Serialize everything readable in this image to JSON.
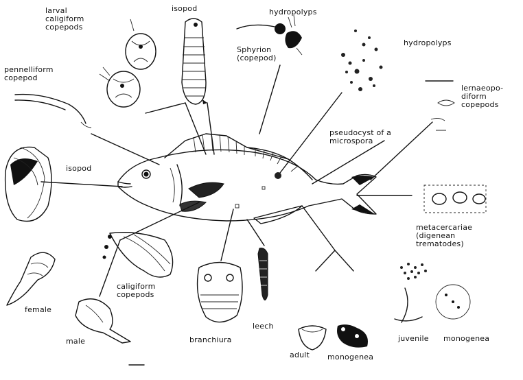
{
  "labels": {
    "larval_caligiform": "larval\ncaligiform\ncopepods",
    "isopod_top": "isopod",
    "hydropolyps_top": "hydropolyps",
    "sphyrion": "Sphyrion\n(copepod)",
    "hydropolyps_right": "hydropolyps",
    "lernaeopodiform": "lernaeopo-\ndiform\ncopepods",
    "pennelliform": "pennelliform\ncopepod",
    "pseudocyst": "pseudocyst of a\nmicrospora",
    "isopod_left": "isopod",
    "metacercariae": "metacercariae\n(digenean\ntrematodes)",
    "caligiform": "caligiform\ncopepods",
    "female": "female",
    "male": "male",
    "branchiura": "branchiura",
    "leech": "leech",
    "adult": "adult",
    "monogenea_bottom": "monogenea",
    "juvenile": "juvenile",
    "monogenea_right": "monogenea"
  }
}
